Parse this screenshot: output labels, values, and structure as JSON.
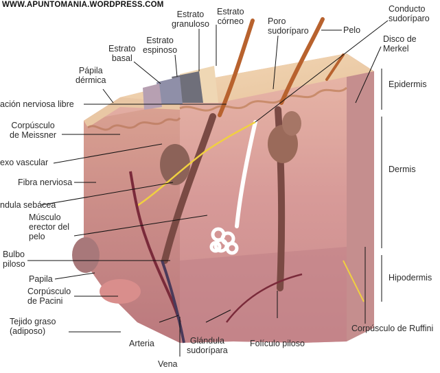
{
  "watermark": "WWW.APUNTOMANIA.WORDPRESS.COM",
  "labels": {
    "estrato_granuloso": [
      "Estrato",
      "granuloso"
    ],
    "estrato_corneo": [
      "Estrato",
      "córneo"
    ],
    "poro_sudoriparo": [
      "Poro",
      "sudoríparo"
    ],
    "pelo": "Pelo",
    "conducto_sudoriparo": [
      "Conducto",
      "sudoríparo"
    ],
    "estrato_espinoso": [
      "Estrato",
      "espinoso"
    ],
    "estrato_basal": [
      "Estrato",
      "basal"
    ],
    "disco_merkel": [
      "Disco de",
      "Merkel"
    ],
    "papila_dermica": [
      "Pápila",
      "dérmica"
    ],
    "epidermis": "Epidermis",
    "terminacion_nerviosa": "ación nerviosa libre",
    "corpusculo_meissner": [
      "Corpúsculo",
      "de Meissner"
    ],
    "plexo_vascular": "exo vascular",
    "dermis": "Dermis",
    "fibra_nerviosa": "Fibra nerviosa",
    "glandula_sebacea": "ndula sebácea",
    "musculo_erector": [
      "Músculo",
      "erector del",
      "pelo"
    ],
    "bulbo_piloso": [
      "Bulbo",
      "piloso"
    ],
    "hipodermis": "Hipodermis",
    "papila": "Papila",
    "corpusculo_pacini": [
      "Corpúsculo",
      "de Pacini"
    ],
    "tejido_graso": [
      "Tejido graso",
      "(adiposo)"
    ],
    "corpusculo_ruffini": "Corpúsculo de Ruffini",
    "arteria": "Arteria",
    "glandula_sudoripara": [
      "Glándula",
      "sudorípara"
    ],
    "foliculo_piloso": "Folículo piloso",
    "vena": "Vena"
  }
}
